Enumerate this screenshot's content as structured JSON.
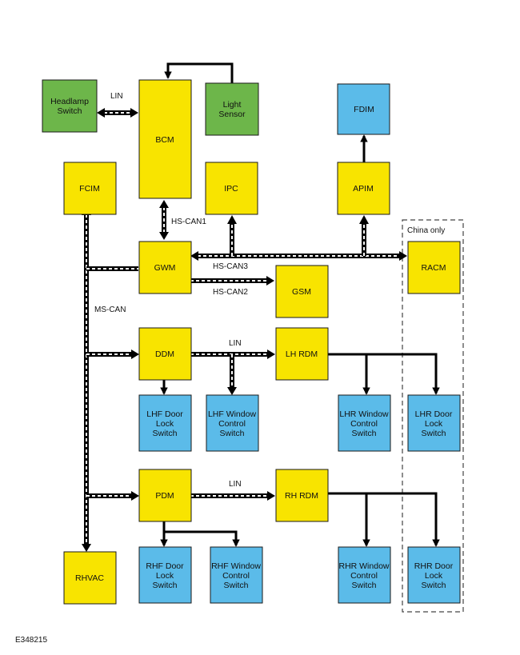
{
  "modules": {
    "headlamp_switch": [
      "Headlamp",
      "Switch"
    ],
    "bcm": [
      "BCM"
    ],
    "light_sensor": [
      "Light",
      "Sensor"
    ],
    "fdim": [
      "FDIM"
    ],
    "fcim": [
      "FCIM"
    ],
    "ipc": [
      "IPC"
    ],
    "apim": [
      "APIM"
    ],
    "gwm": [
      "GWM"
    ],
    "gsm": [
      "GSM"
    ],
    "racm": [
      "RACM"
    ],
    "ddm": [
      "DDM"
    ],
    "lh_rdm": [
      "LH RDM"
    ],
    "lhf_door_lock_switch": [
      "LHF Door",
      "Lock",
      "Switch"
    ],
    "lhf_window_control_switch": [
      "LHF Window",
      "Control",
      "Switch"
    ],
    "lhr_window_control_switch": [
      "LHR Window",
      "Control",
      "Switch"
    ],
    "lhr_door_lock_switch": [
      "LHR Door",
      "Lock",
      "Switch"
    ],
    "pdm": [
      "PDM"
    ],
    "rh_rdm": [
      "RH RDM"
    ],
    "rhf_door_lock_switch": [
      "RHF Door",
      "Lock",
      "Switch"
    ],
    "rhf_window_control_switch": [
      "RHF Window",
      "Control",
      "Switch"
    ],
    "rhr_window_control_switch": [
      "RHR Window",
      "Control",
      "Switch"
    ],
    "rhr_door_lock_switch": [
      "RHR Door",
      "Lock",
      "Switch"
    ],
    "rhvac": [
      "RHVAC"
    ]
  },
  "bus_labels": {
    "lin_headlamp": "LIN",
    "hs_can1": "HS-CAN1",
    "hs_can3": "HS-CAN3",
    "hs_can2": "HS-CAN2",
    "ms_can": "MS-CAN",
    "lin_ddm": "LIN",
    "lin_pdm": "LIN"
  },
  "region_label": "China only",
  "reference": "E348215",
  "colors": {
    "module_yellow": "#f8e400",
    "module_green": "#6db64a",
    "module_blue": "#5bbbe9"
  }
}
